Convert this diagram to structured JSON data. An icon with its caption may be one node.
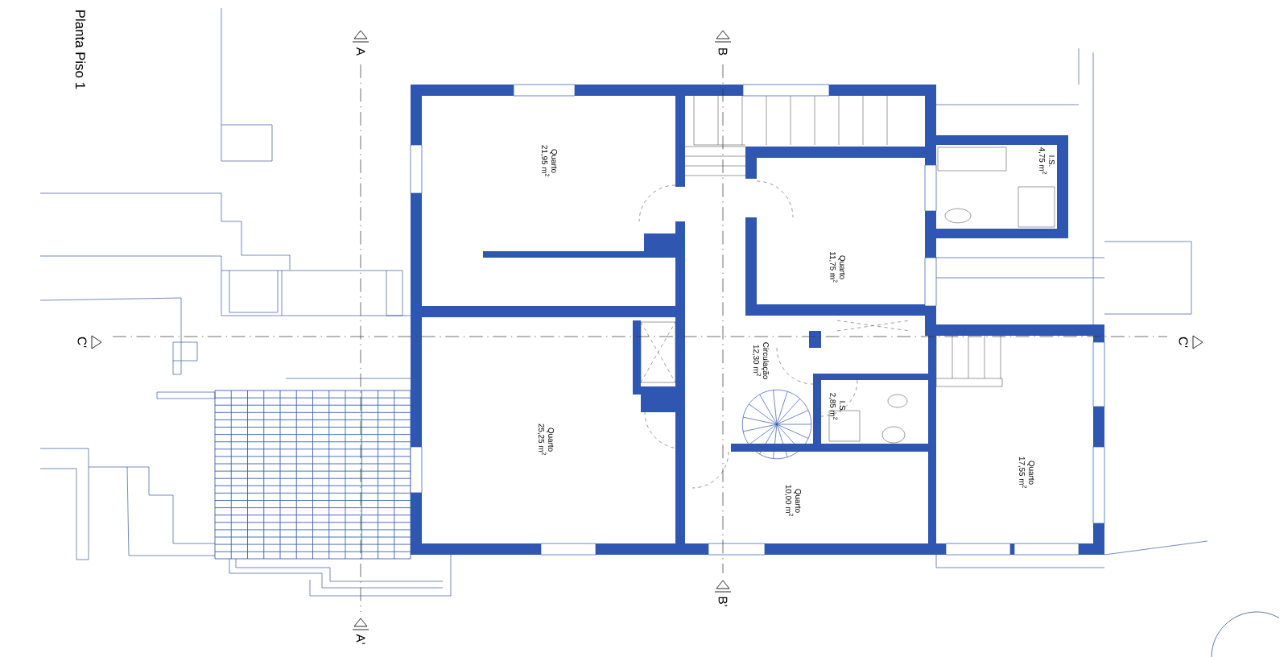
{
  "diagram": {
    "title": "Planta Piso 1",
    "nodes": [
      {
        "text": [
          "Quarto",
          "21,95 m$^{2}$"
        ]
      },
      {
        "text": [
          "Quarto",
          "11,75 m$^{2}$"
        ]
      },
      {
        "text": [
          "I.S.",
          "4,75 m$^{2}$"
        ]
      },
      {
        "text": [
          "Quarto",
          "25,25 m$^{2}$"
        ]
      },
      {
        "text": [
          "Circulação",
          "12,30 m$^{2}$"
        ]
      },
      {
        "text": [
          "I.S.",
          "2,85 m$^{2}$"
        ]
      },
      {
        "text": [
          "Quarto",
          "10,00 m$^{2}$"
        ]
      },
      {
        "text": [
          "Quarto",
          "17,55 m$^{2}$"
        ]
      }
    ],
    "labels": [
      "A",
      "B",
      "C'",
      "C'",
      "B'",
      "A'"
    ]
  }
}
